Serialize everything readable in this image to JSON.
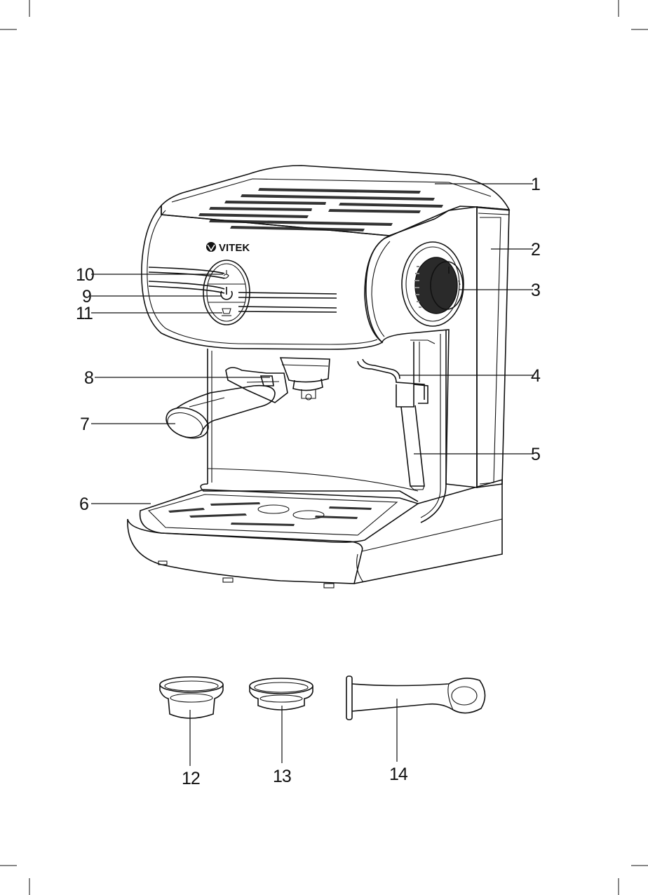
{
  "diagram": {
    "brand_logo": "VITEK",
    "callouts": [
      {
        "id": "1",
        "label": "1"
      },
      {
        "id": "2",
        "label": "2"
      },
      {
        "id": "3",
        "label": "3"
      },
      {
        "id": "4",
        "label": "4"
      },
      {
        "id": "5",
        "label": "5"
      },
      {
        "id": "6",
        "label": "6"
      },
      {
        "id": "7",
        "label": "7"
      },
      {
        "id": "8",
        "label": "8"
      },
      {
        "id": "9",
        "label": "9"
      },
      {
        "id": "10",
        "label": "10"
      },
      {
        "id": "11",
        "label": "11"
      },
      {
        "id": "12",
        "label": "12"
      },
      {
        "id": "13",
        "label": "13"
      },
      {
        "id": "14",
        "label": "14"
      }
    ],
    "icons": [
      "coffee-machine-drawing",
      "filter-basket-large",
      "filter-basket-small",
      "measuring-spoon-tamper",
      "crop-marks"
    ]
  }
}
